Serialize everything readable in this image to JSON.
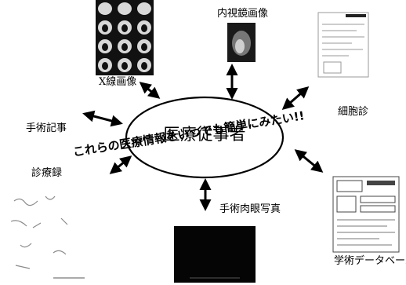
{
  "center": {
    "label": "医療従事者"
  },
  "slogan": "これらの医療情報をいつでも簡単にみたい!!",
  "nodes": {
    "xray": "X線画像",
    "endoscope": "内視鏡画像",
    "cytology": "細胞診",
    "surgery_record": "手術記事",
    "medical_record": "診療録",
    "surgery_photo": "手術肉眼写真",
    "database": "学術データベース"
  },
  "colors": {
    "ink": "#000000",
    "background": "#ffffff",
    "scan_gray": "#9a9a9a"
  }
}
